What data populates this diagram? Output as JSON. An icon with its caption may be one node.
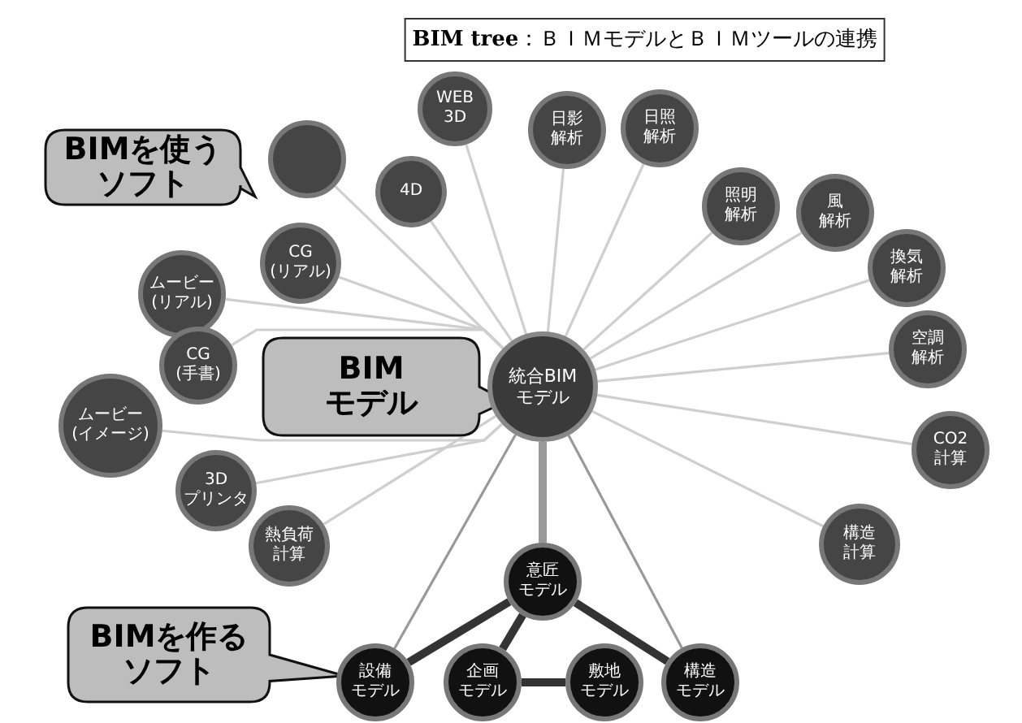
{
  "diagram": {
    "title": "**BIM tree**：ＢＩＭモデルとＢＩＭツールの連携",
    "nodes": [
      {
        "text": [
          "BIMを使うソフト"
        ]
      },
      {
        "text": [],
        "shape": "circle"
      },
      {
        "text": [
          "WEB 3D"
        ]
      },
      {
        "text": [
          "4D"
        ]
      },
      {
        "text": [
          "日影解析"
        ]
      },
      {
        "text": [
          "日照解析"
        ]
      },
      {
        "text": [
          "照明解析"
        ]
      },
      {
        "text": [
          "風解析"
        ]
      },
      {
        "text": [
          "換気解析"
        ]
      },
      {
        "text": [
          "CG(リアル)"
        ]
      },
      {
        "text": [
          "ムービー(リアル)"
        ]
      },
      {
        "text": [
          "CG(手書)"
        ]
      },
      {
        "text": [
          "BIMモデル"
        ]
      },
      {
        "text": [
          "統合BIMモデル"
        ]
      },
      {
        "text": [
          "空調解析"
        ]
      },
      {
        "text": [
          "ムービー(イメージ)"
        ]
      },
      {
        "text": [
          "3Dプリンタ"
        ]
      },
      {
        "text": [
          "CO2計算"
        ]
      },
      {
        "text": [
          "熱負荷計算"
        ]
      },
      {
        "text": [
          "構造計算"
        ]
      },
      {
        "text": [
          "意匠モデル"
        ]
      },
      {
        "text": [
          "BIMを作るソフト"
        ]
      },
      {
        "text": [
          "設備モデル"
        ]
      },
      {
        "text": [
          "企画モデル"
        ]
      },
      {
        "text": [
          "敷地モデル"
        ]
      },
      {
        "text": [
          "構造モデル"
        ]
      }
    ],
    "edges": [
      {
        "from": 13,
        "to": 1,
        "arrow": "none"
      },
      {
        "from": 13,
        "to": 2,
        "arrow": "none"
      },
      {
        "from": 13,
        "to": 3,
        "arrow": "none"
      },
      {
        "from": 13,
        "to": 4,
        "arrow": "none"
      },
      {
        "from": 13,
        "to": 5,
        "arrow": "none"
      },
      {
        "from": 13,
        "to": 6,
        "arrow": "none"
      },
      {
        "from": 13,
        "to": 7,
        "arrow": "none"
      },
      {
        "from": 13,
        "to": 8,
        "arrow": "none"
      },
      {
        "from": 13,
        "to": 9,
        "arrow": "none"
      },
      {
        "from": 13,
        "to": 10,
        "arrow": "none"
      },
      {
        "from": 13,
        "to": 11,
        "arrow": "none"
      },
      {
        "from": 13,
        "to": 14,
        "arrow": "none"
      },
      {
        "from": 13,
        "to": 15,
        "arrow": "none"
      },
      {
        "from": 13,
        "to": 16,
        "arrow": "none"
      },
      {
        "from": 13,
        "to": 17,
        "arrow": "none"
      },
      {
        "from": 13,
        "to": 18,
        "arrow": "none"
      },
      {
        "from": 13,
        "to": 19,
        "arrow": "none"
      },
      {
        "from": 13,
        "to": 20,
        "arrow": "none",
        "style": "thick",
        "color": "#999999"
      },
      {
        "from": 13,
        "to": 22,
        "arrow": "none",
        "color": "#999999"
      },
      {
        "from": 13,
        "to": 25,
        "arrow": "none",
        "color": "#999999"
      },
      {
        "from": 20,
        "to": 22,
        "arrow": "none",
        "style": "thick",
        "color": "#333333"
      },
      {
        "from": 20,
        "to": 23,
        "arrow": "none",
        "style": "thick",
        "color": "#333333"
      },
      {
        "from": 20,
        "to": 25,
        "arrow": "none",
        "style": "thick",
        "color": "#333333"
      },
      {
        "from": 23,
        "to": 24,
        "arrow": "none",
        "style": "thick",
        "color": "#333333"
      }
    ]
  }
}
